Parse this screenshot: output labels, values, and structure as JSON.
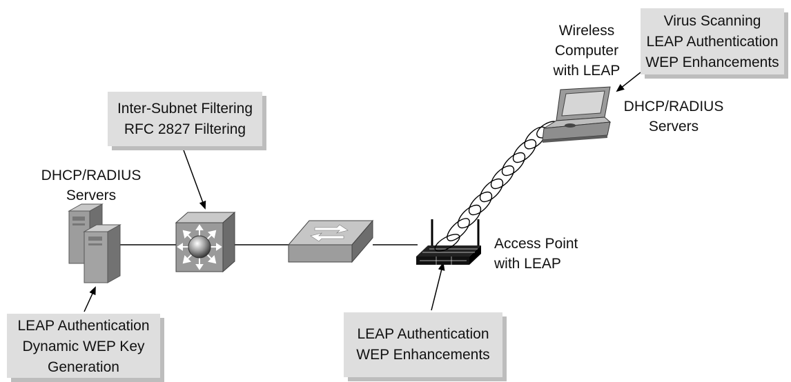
{
  "callouts": {
    "filtering": [
      "Inter-Subnet Filtering",
      "RFC 2827 Filtering"
    ],
    "server_features": [
      "LEAP Authentication",
      "Dynamic WEP Key",
      "Generation"
    ],
    "ap_features": [
      "LEAP Authentication",
      "WEP Enhancements"
    ],
    "client_features": [
      "Virus Scanning",
      "LEAP Authentication",
      "WEP Enhancements"
    ]
  },
  "labels": {
    "servers_left": [
      "DHCP/RADIUS",
      "Servers"
    ],
    "servers_right": [
      "DHCP/RADIUS",
      "Servers"
    ],
    "wireless_computer": [
      "Wireless",
      "Computer",
      "with LEAP"
    ],
    "access_point": [
      "Access Point",
      "with LEAP"
    ]
  },
  "nodes": [
    {
      "id": "radius-servers",
      "icon": "server-tower-icon"
    },
    {
      "id": "layer3-switch",
      "icon": "multilayer-switch-icon"
    },
    {
      "id": "workgroup-switch",
      "icon": "switch-icon"
    },
    {
      "id": "access-point",
      "icon": "access-point-icon"
    },
    {
      "id": "wireless-laptop",
      "icon": "laptop-icon"
    }
  ],
  "colors": {
    "box_fill": "#dedede",
    "box_shadow": "#bdbdbd",
    "device_gray": "#9a9a9a",
    "line": "#000000"
  }
}
